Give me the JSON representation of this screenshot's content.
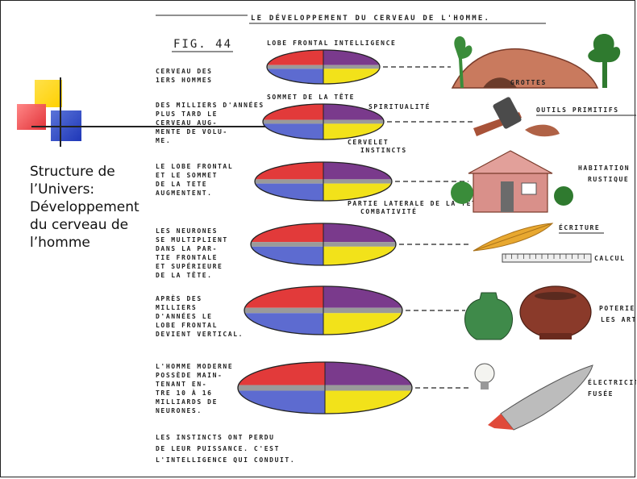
{
  "slide": {
    "side_title": "Structure de\nl’Univers:\nDéveloppement\ndu cerveau de\n l’homme"
  },
  "figure": {
    "title": "LE DÉVELOPPEMENT DU CERVEAU DE L'HOMME.",
    "fig_label": "FIG. 44",
    "stages": [
      {
        "caption_lines": [
          "CERVEAU DES",
          "1ERS HOMMES"
        ],
        "top_label": "LOBE FRONTAL INTELLIGENCE",
        "bottom_label": "",
        "illustration_label": "GROTTES"
      },
      {
        "caption_lines": [
          "DES MILLIERS D'ANNÉES",
          "PLUS TARD LE",
          "CERVEAU AUG-",
          "MENTE DE VOLU-",
          "ME."
        ],
        "top_label": "SOMMET DE LA TÊTE",
        "top_label2": "SPIRITUALITÉ",
        "bottom_label": "CERVELET",
        "bottom_label2": "INSTINCTS",
        "illustration_label": "OUTILS PRIMITIFS"
      },
      {
        "caption_lines": [
          "LE LOBE FRONTAL",
          "ET LE SOMMET",
          "DE LA TETE",
          "AUGMENTENT."
        ],
        "top_label": "",
        "bottom_label": "PARTIE LATERALE DE LA TÊTE",
        "bottom_label2": "COMBATIVITÉ",
        "illustration_label": "HABITATION",
        "illustration_label2": "RUSTIQUE"
      },
      {
        "caption_lines": [
          "LES NEURONES",
          "SE MULTIPLIENT",
          "DANS LA PAR-",
          "TIE FRONTALE",
          "ET SUPÉRIEURE",
          "DE LA TÊTE."
        ],
        "illustration_label": "ÉCRITURE",
        "illustration_label2": "CALCUL"
      },
      {
        "caption_lines": [
          "APRÈS DES",
          "MILLIERS",
          "D'ANNÉES LE",
          "LOBE FRONTAL",
          "DEVIENT VERTICAL."
        ],
        "illustration_label": "POTERIE",
        "illustration_label2": "LES ARTS"
      },
      {
        "caption_lines": [
          "L'HOMME MODERNE",
          "POSSÈDE MAIN-",
          "TENANT EN-",
          "TRE 10 À 16",
          "MILLIARDS DE",
          "NEURONES."
        ],
        "illustration_label": "ÉLECTRICITÉ",
        "illustration_label2": "FUSÉE"
      }
    ],
    "footer_lines": [
      "LES INSTINCTS ONT PERDU",
      "DE LEUR PUISSANCE. C'EST",
      "L'INTELLIGENCE QUI CONDUIT."
    ],
    "colors": {
      "frontal": "#e23a3a",
      "top": "#7a3a8c",
      "lateral": "#5d6bd0",
      "cerebellum": "#f2e21a",
      "middle": "#9a9a9a"
    }
  }
}
